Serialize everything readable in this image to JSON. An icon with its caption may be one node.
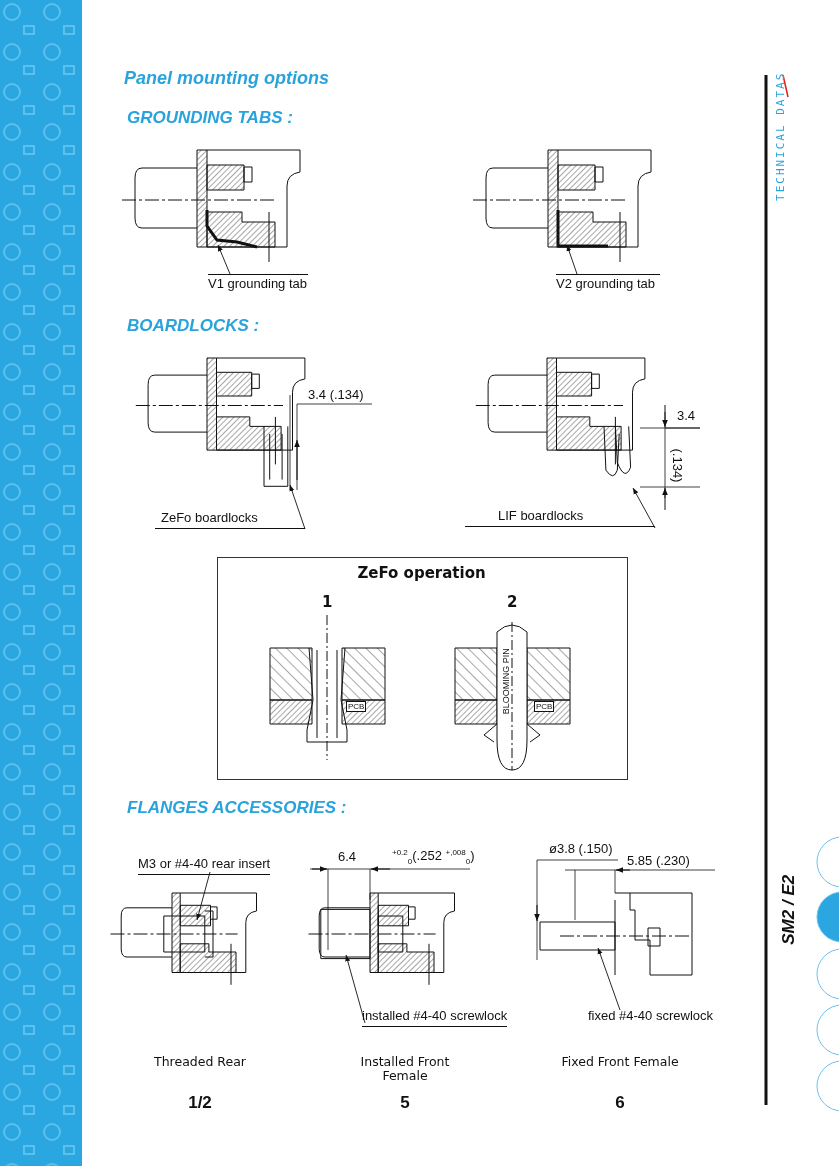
{
  "diagram": {
    "title": "Panel mounting options",
    "nodes": [
      {
        "text": [
          "V1 grounding tab"
        ]
      },
      {
        "text": [
          "V2 grounding tab"
        ]
      },
      {
        "text": [
          "ZeFo boardlocks"
        ]
      },
      {
        "text": [
          "LIF boardlocks"
        ]
      },
      {
        "text": [
          "ZeFo operation"
        ]
      },
      {
        "text": [
          "M3 or #4-40 rear insert"
        ]
      },
      {
        "text": [
          "installed #4-40 screwlock"
        ]
      },
      {
        "text": [
          "fixed #4-40 screwlock"
        ]
      }
    ],
    "edges": [
      {
        "from": 0,
        "to": null,
        "arrow": "to"
      },
      {
        "from": 1,
        "to": null,
        "arrow": "to"
      },
      {
        "from": 2,
        "to": null,
        "arrow": "to"
      },
      {
        "from": 3,
        "to": null,
        "arrow": "to"
      },
      {
        "from": 5,
        "to": null,
        "arrow": "to"
      },
      {
        "from": 6,
        "to": null,
        "arrow": "to"
      },
      {
        "from": 7,
        "to": null,
        "arrow": "to"
      }
    ],
    "labels": [
      "TECHNICAL DATAS",
      "GROUNDING TABS :",
      "BOARDLOCKS :",
      "3.4 (.134)",
      "3.4",
      "(.134)",
      "1",
      "2",
      "PCB",
      "BLOOMING PIN",
      "PCB",
      "FLANGES ACCESSORIES :",
      "6.4",
      "$^{+0.2}$$_{0}$(.252 $^{+,008}$$_{0}$)",
      "ø3.8 (.150)",
      "5.85 (.230)",
      "Threaded Rear",
      "Installed Front Female",
      "Fixed Front Female",
      "1/2",
      "5",
      "6",
      "SM2 / E2"
    ]
  }
}
